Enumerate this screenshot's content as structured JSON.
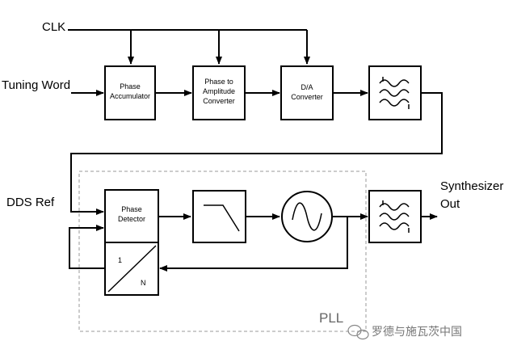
{
  "signals": {
    "clk": "CLK",
    "tuning_word": "Tuning Word",
    "dds_ref": "DDS Ref",
    "synth_out_line1": "Synthesizer",
    "synth_out_line2": "Out"
  },
  "blocks": {
    "phase_accumulator": [
      "Phase",
      "Accumulator"
    ],
    "phase_to_amplitude": [
      "Phase to",
      "Amplitude",
      "Converter"
    ],
    "da_converter": [
      "D/A",
      "Converter"
    ],
    "phase_detector": [
      "Phase",
      "Detector"
    ],
    "divider_top": "1",
    "divider_bottom": "N"
  },
  "pll_label": "PLL",
  "watermark": "罗德与施瓦茨中国",
  "colors": {
    "line": "#000000",
    "dashed": "#999999",
    "pll_text": "#666666"
  }
}
